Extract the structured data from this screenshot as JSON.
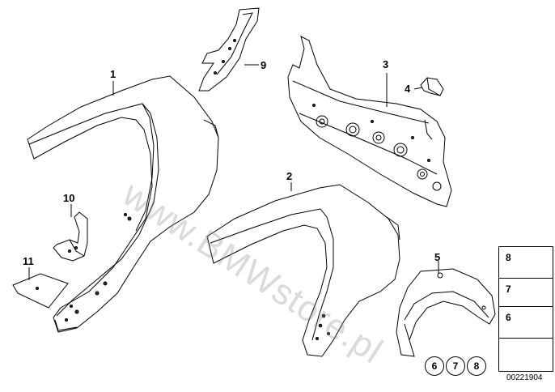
{
  "callouts": {
    "p1": "1",
    "p2": "2",
    "p3": "3",
    "p4": "4",
    "p5": "5",
    "p9": "9",
    "p10": "10",
    "p11": "11"
  },
  "legend": {
    "item8": "8",
    "item7": "7",
    "item6": "6"
  },
  "fastener_group": [
    "6",
    "7",
    "8"
  ],
  "diagram_id": "00221904",
  "watermark": "www.BMWstore.pl",
  "colors": {
    "line": "#000000",
    "fill": "#ffffff",
    "dot": "#333333"
  }
}
